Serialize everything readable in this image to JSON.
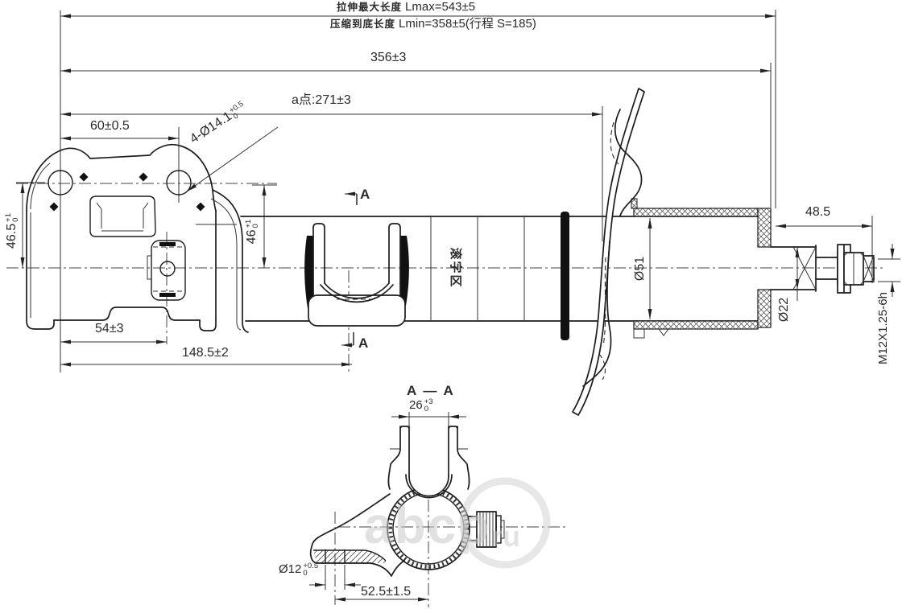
{
  "drawing": {
    "notes": {
      "note1_cn": "拉伸最大长度",
      "note1_val": "Lmax=543±5",
      "note2_cn": "压缩到底长度",
      "note2_val": "Lmin=358±5(行程 S=185)"
    },
    "dims": {
      "d356": "356±3",
      "d271": "a点:271±3",
      "d60": "60±0.5",
      "holes_base": "4-Ø14.1",
      "holes_sup": "+0.5",
      "holes_sub": "0",
      "h465_base": "46.5",
      "h465_sup": "+1",
      "h465_sub": "0",
      "h46_base": "46",
      "h46_sup": "+1",
      "h46_sub": "0",
      "d54": "54±3",
      "d1485": "148.5±2",
      "d485": "48.5",
      "dia51": "Ø51",
      "dia22": "Ø22",
      "thread": "M12X1.25-6h",
      "mark_zone": "滚字区"
    },
    "section": {
      "title": "A — A",
      "d26_base": "26",
      "d26_sup": "+3",
      "d26_sub": "0",
      "dia12_base": "Ø12",
      "dia12_sup": "+0.5",
      "dia12_sub": "0",
      "d525": "52.5±1.5",
      "cut_letter": "A"
    },
    "watermark": {
      "main": "abcp",
      "tld": "ru"
    },
    "colors": {
      "line": "#1c1c1c",
      "watermark": "#c9c9c9",
      "background": "#ffffff"
    }
  }
}
